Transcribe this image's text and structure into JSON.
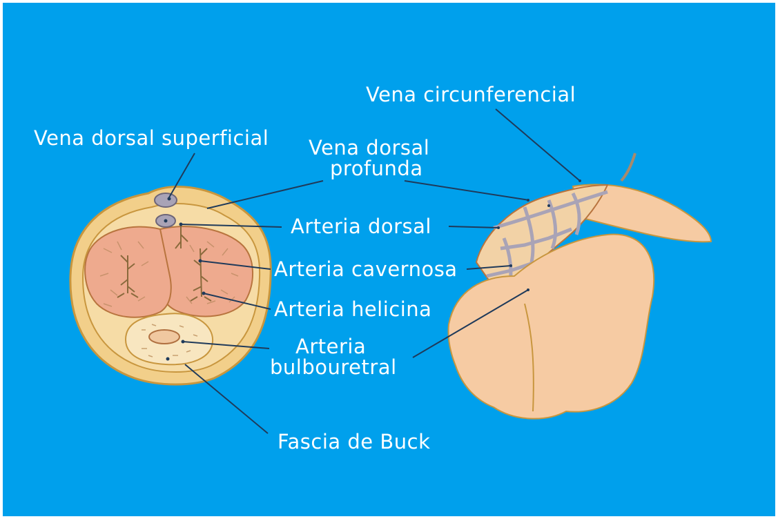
{
  "labels": {
    "vena_circunferencial": "Vena  circunferencial",
    "vena_dorsal_superficial": "Vena dorsal superficial",
    "vena_dorsal_profunda_line1": "Vena dorsal",
    "vena_dorsal_profunda_line2": "profunda",
    "arteria_dorsal": "Arteria dorsal",
    "arteria_cavernosa": "Arteria cavernosa",
    "arteria_helicina": "Arteria helicina",
    "arteria_bulbouretral_line1": "Arteria",
    "arteria_bulbouretral_line2": "bulbouretral",
    "fascia_de_buck": "Fascia de Buck"
  },
  "colors": {
    "background": "#00a0ec",
    "label_text": "#ffffff",
    "leader_line": "#1f3a5a",
    "outer_tissue": "#f2cf8a",
    "outline": "#c8963e",
    "erectile_tissue": "#eeaa8e",
    "skin": "#f6cba3",
    "vessel": "#a9a3b6"
  }
}
